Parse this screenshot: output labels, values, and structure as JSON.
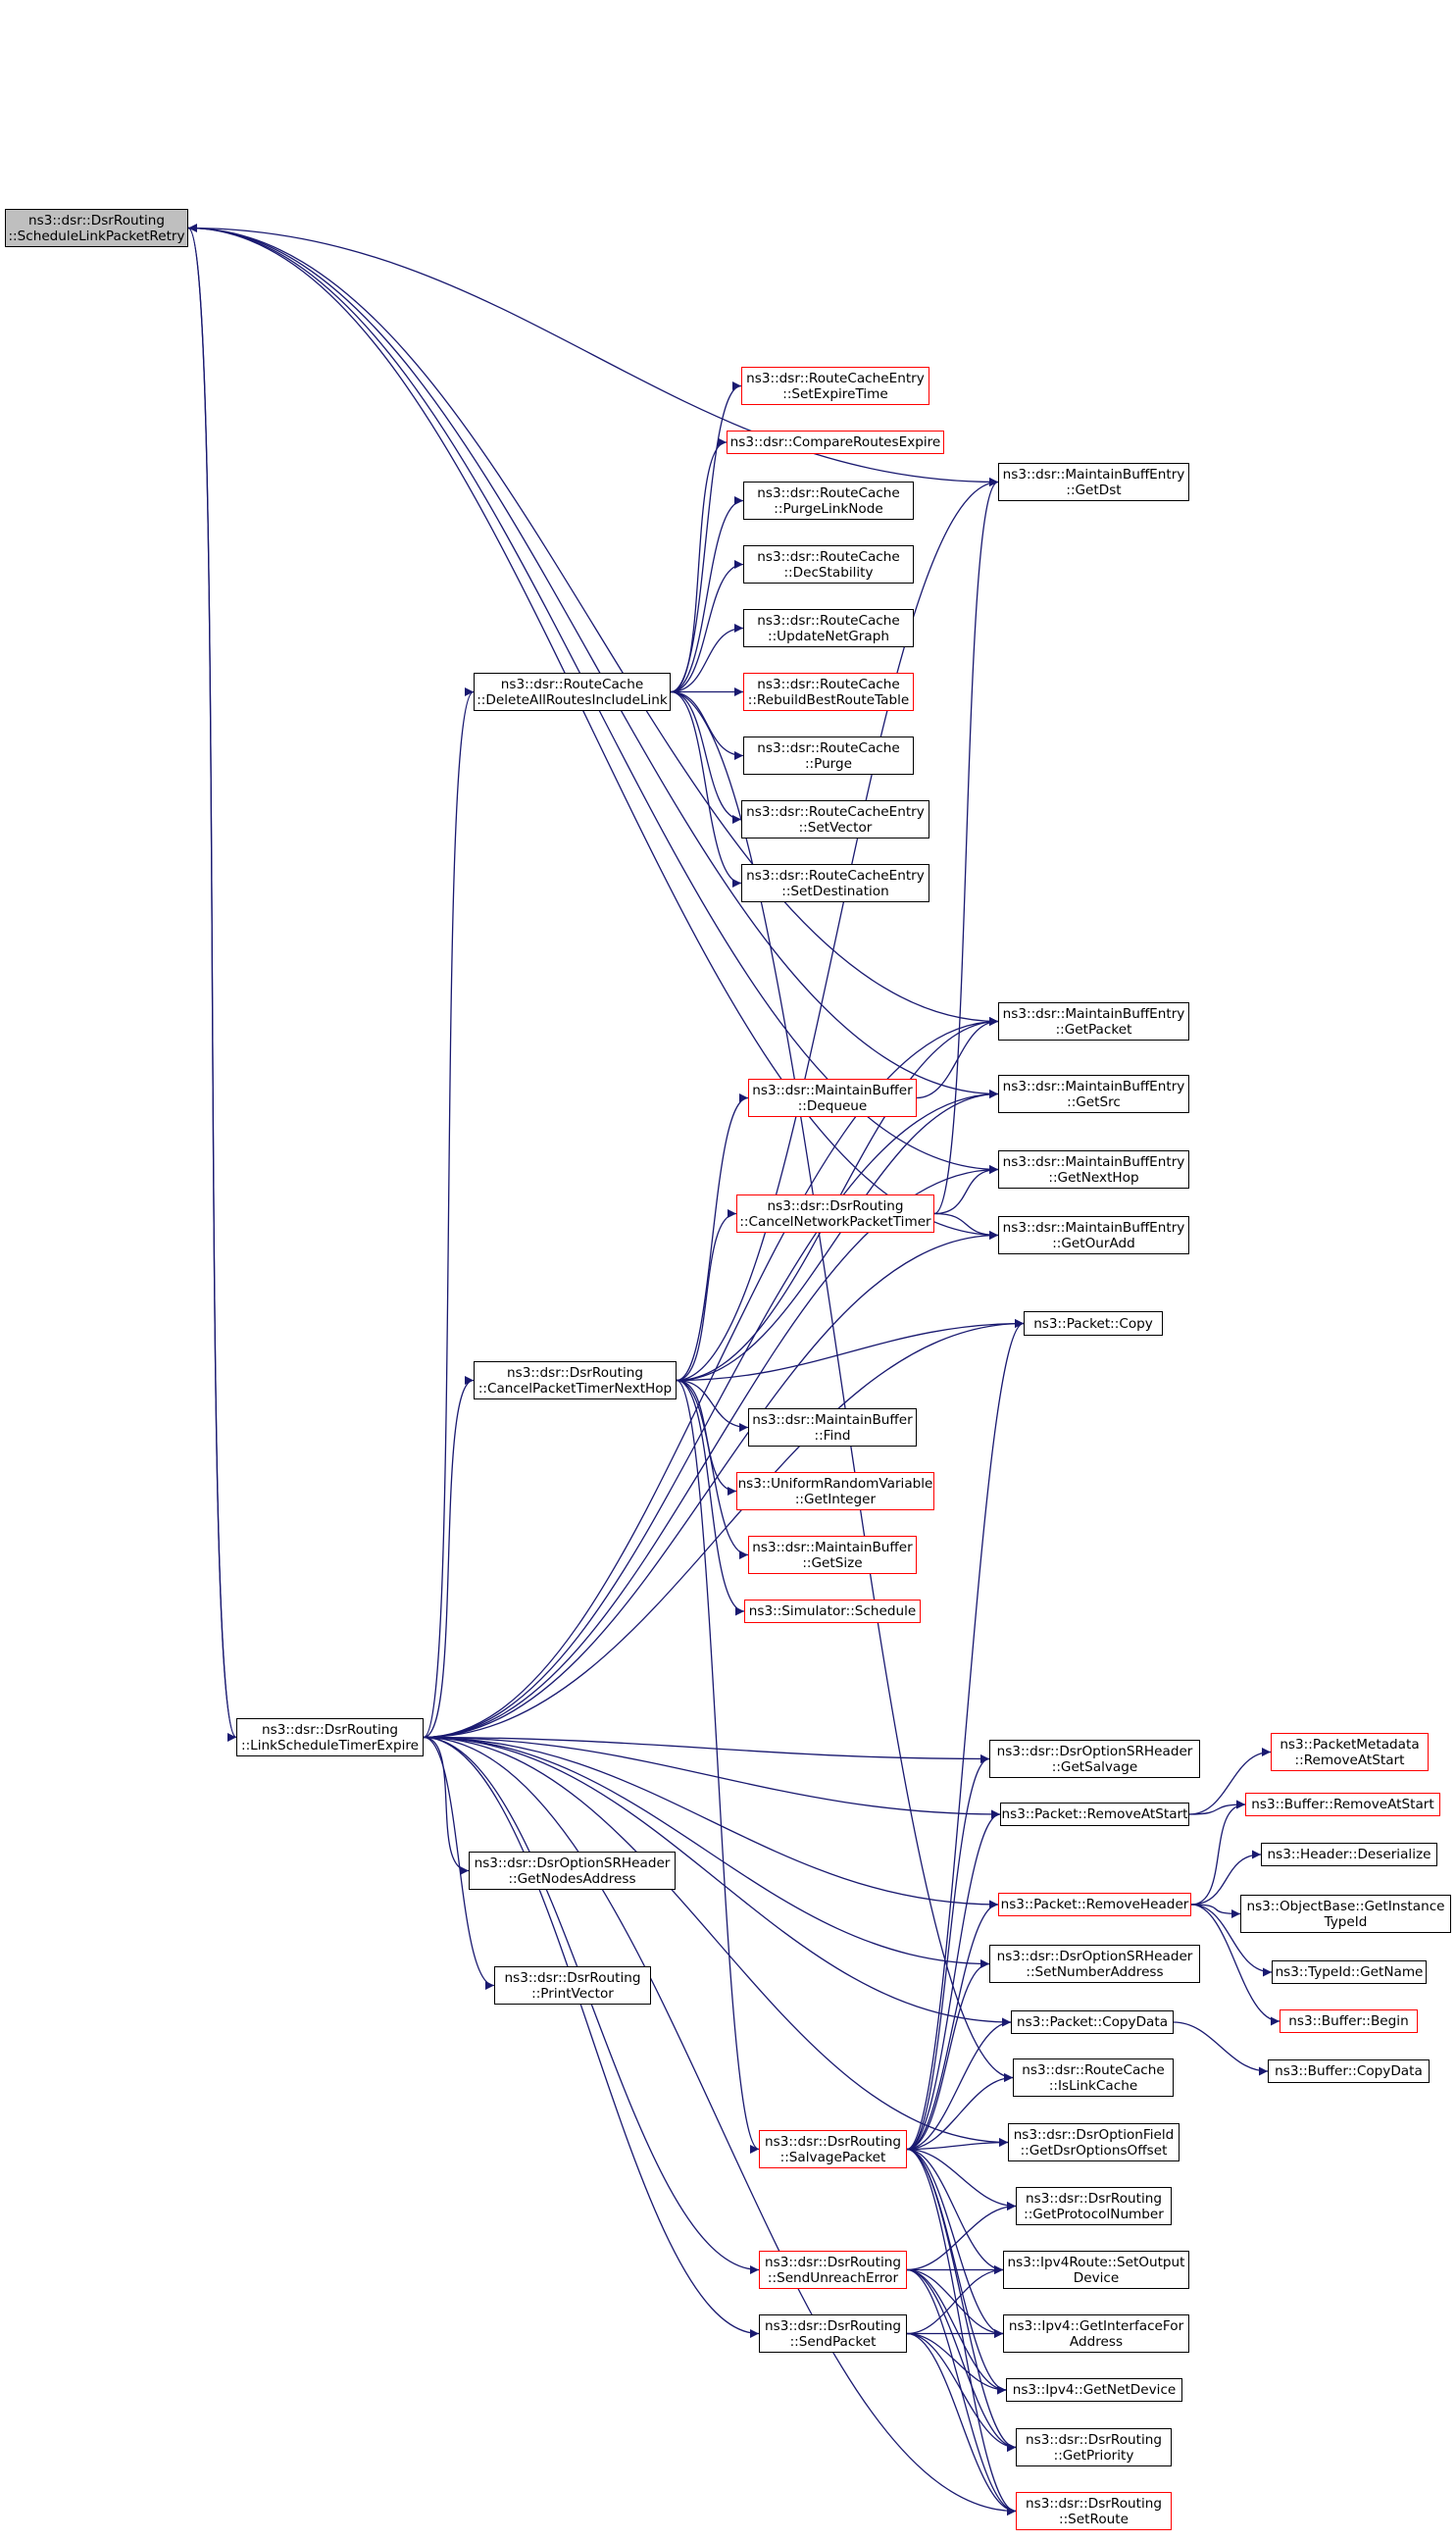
{
  "colors": {
    "edge": "#191970",
    "incomplete_border": "#ff0000",
    "node_border": "#000000",
    "root_fill": "#bfbfbf"
  },
  "nodes": {
    "schedule_link_packet_retry": {
      "lines": [
        "ns3::dsr::DsrRouting",
        "::ScheduleLinkPacketRetry"
      ],
      "incomplete": false,
      "root": true
    },
    "link_schedule_timer_expire": {
      "lines": [
        "ns3::dsr::DsrRouting",
        "::LinkScheduleTimerExpire"
      ],
      "incomplete": false
    },
    "delete_all_routes_include_link": {
      "lines": [
        "ns3::dsr::RouteCache",
        "::DeleteAllRoutesIncludeLink"
      ],
      "incomplete": false
    },
    "cancel_packet_timer_next_hop": {
      "lines": [
        "ns3::dsr::DsrRouting",
        "::CancelPacketTimerNextHop"
      ],
      "incomplete": false
    },
    "rce_set_expire_time": {
      "lines": [
        "ns3::dsr::RouteCacheEntry",
        "::SetExpireTime"
      ],
      "incomplete": true
    },
    "compare_routes_expire": {
      "lines": [
        "ns3::dsr::CompareRoutesExpire"
      ],
      "incomplete": true
    },
    "rc_purge_link_node": {
      "lines": [
        "ns3::dsr::RouteCache",
        "::PurgeLinkNode"
      ],
      "incomplete": false
    },
    "rc_dec_stability": {
      "lines": [
        "ns3::dsr::RouteCache",
        "::DecStability"
      ],
      "incomplete": false
    },
    "rc_update_net_graph": {
      "lines": [
        "ns3::dsr::RouteCache",
        "::UpdateNetGraph"
      ],
      "incomplete": false
    },
    "rc_rebuild_best_route_table": {
      "lines": [
        "ns3::dsr::RouteCache",
        "::RebuildBestRouteTable"
      ],
      "incomplete": true
    },
    "rc_purge": {
      "lines": [
        "ns3::dsr::RouteCache",
        "::Purge"
      ],
      "incomplete": false
    },
    "rce_set_vector": {
      "lines": [
        "ns3::dsr::RouteCacheEntry",
        "::SetVector"
      ],
      "incomplete": false
    },
    "rce_set_destination": {
      "lines": [
        "ns3::dsr::RouteCacheEntry",
        "::SetDestination"
      ],
      "incomplete": false
    },
    "mbe_get_dst": {
      "lines": [
        "ns3::dsr::MaintainBuffEntry",
        "::GetDst"
      ],
      "incomplete": false
    },
    "mbe_get_packet": {
      "lines": [
        "ns3::dsr::MaintainBuffEntry",
        "::GetPacket"
      ],
      "incomplete": false
    },
    "mb_dequeue": {
      "lines": [
        "ns3::dsr::MaintainBuffer",
        "::Dequeue"
      ],
      "incomplete": true
    },
    "mbe_get_src": {
      "lines": [
        "ns3::dsr::MaintainBuffEntry",
        "::GetSrc"
      ],
      "incomplete": false
    },
    "mbe_get_next_hop": {
      "lines": [
        "ns3::dsr::MaintainBuffEntry",
        "::GetNextHop"
      ],
      "incomplete": false
    },
    "cancel_network_packet_timer": {
      "lines": [
        "ns3::dsr::DsrRouting",
        "::CancelNetworkPacketTimer"
      ],
      "incomplete": true
    },
    "mbe_get_our_add": {
      "lines": [
        "ns3::dsr::MaintainBuffEntry",
        "::GetOurAdd"
      ],
      "incomplete": false
    },
    "packet_copy": {
      "lines": [
        "ns3::Packet::Copy"
      ],
      "incomplete": false
    },
    "mb_find": {
      "lines": [
        "ns3::dsr::MaintainBuffer",
        "::Find"
      ],
      "incomplete": false
    },
    "urv_get_integer": {
      "lines": [
        "ns3::UniformRandomVariable",
        "::GetInteger"
      ],
      "incomplete": true
    },
    "mb_get_size": {
      "lines": [
        "ns3::dsr::MaintainBuffer",
        "::GetSize"
      ],
      "incomplete": true
    },
    "simulator_schedule": {
      "lines": [
        "ns3::Simulator::Schedule"
      ],
      "incomplete": true
    },
    "sr_get_salvage": {
      "lines": [
        "ns3::dsr::DsrOptionSRHeader",
        "::GetSalvage"
      ],
      "incomplete": false
    },
    "packet_metadata_remove_at_start": {
      "lines": [
        "ns3::PacketMetadata",
        "::RemoveAtStart"
      ],
      "incomplete": true
    },
    "packet_remove_at_start": {
      "lines": [
        "ns3::Packet::RemoveAtStart"
      ],
      "incomplete": false
    },
    "buffer_remove_at_start": {
      "lines": [
        "ns3::Buffer::RemoveAtStart"
      ],
      "incomplete": true
    },
    "sr_get_nodes_address": {
      "lines": [
        "ns3::dsr::DsrOptionSRHeader",
        "::GetNodesAddress"
      ],
      "incomplete": false
    },
    "header_deserialize": {
      "lines": [
        "ns3::Header::Deserialize"
      ],
      "incomplete": false
    },
    "packet_remove_header": {
      "lines": [
        "ns3::Packet::RemoveHeader"
      ],
      "incomplete": true
    },
    "objectbase_get_instance_typeid": {
      "lines": [
        "ns3::ObjectBase::GetInstance",
        "TypeId"
      ],
      "incomplete": false
    },
    "dsr_print_vector": {
      "lines": [
        "ns3::dsr::DsrRouting",
        "::PrintVector"
      ],
      "incomplete": false
    },
    "sr_set_number_address": {
      "lines": [
        "ns3::dsr::DsrOptionSRHeader",
        "::SetNumberAddress"
      ],
      "incomplete": false
    },
    "typeid_get_name": {
      "lines": [
        "ns3::TypeId::GetName"
      ],
      "incomplete": false
    },
    "buffer_begin": {
      "lines": [
        "ns3::Buffer::Begin"
      ],
      "incomplete": true
    },
    "packet_copy_data": {
      "lines": [
        "ns3::Packet::CopyData"
      ],
      "incomplete": false
    },
    "buffer_copy_data": {
      "lines": [
        "ns3::Buffer::CopyData"
      ],
      "incomplete": false
    },
    "rc_is_link_cache": {
      "lines": [
        "ns3::dsr::RouteCache",
        "::IsLinkCache"
      ],
      "incomplete": false
    },
    "salvage_packet": {
      "lines": [
        "ns3::dsr::DsrRouting",
        "::SalvagePacket"
      ],
      "incomplete": true
    },
    "of_get_dsr_options_offset": {
      "lines": [
        "ns3::dsr::DsrOptionField",
        "::GetDsrOptionsOffset"
      ],
      "incomplete": false
    },
    "dsr_get_protocol_number": {
      "lines": [
        "ns3::dsr::DsrRouting",
        "::GetProtocolNumber"
      ],
      "incomplete": false
    },
    "send_unreach_error": {
      "lines": [
        "ns3::dsr::DsrRouting",
        "::SendUnreachError"
      ],
      "incomplete": true
    },
    "ipv4route_set_output_device": {
      "lines": [
        "ns3::Ipv4Route::SetOutput",
        "Device"
      ],
      "incomplete": false
    },
    "dsr_send_packet": {
      "lines": [
        "ns3::dsr::DsrRouting",
        "::SendPacket"
      ],
      "incomplete": false
    },
    "ipv4_get_interface_for_address": {
      "lines": [
        "ns3::Ipv4::GetInterfaceFor",
        "Address"
      ],
      "incomplete": false
    },
    "ipv4_get_net_device": {
      "lines": [
        "ns3::Ipv4::GetNetDevice"
      ],
      "incomplete": false
    },
    "dsr_get_priority": {
      "lines": [
        "ns3::dsr::DsrRouting",
        "::GetPriority"
      ],
      "incomplete": false
    },
    "dsr_set_route": {
      "lines": [
        "ns3::dsr::DsrRouting",
        "::SetRoute"
      ],
      "incomplete": true
    }
  },
  "edges": [
    [
      "schedule_link_packet_retry",
      "mbe_get_dst"
    ],
    [
      "schedule_link_packet_retry",
      "mbe_get_packet"
    ],
    [
      "schedule_link_packet_retry",
      "mbe_get_src"
    ],
    [
      "schedule_link_packet_retry",
      "mbe_get_next_hop"
    ],
    [
      "schedule_link_packet_retry",
      "mbe_get_our_add"
    ],
    [
      "schedule_link_packet_retry",
      "link_schedule_timer_expire"
    ],
    [
      "link_schedule_timer_expire",
      "schedule_link_packet_retry"
    ],
    [
      "link_schedule_timer_expire",
      "delete_all_routes_include_link"
    ],
    [
      "link_schedule_timer_expire",
      "cancel_packet_timer_next_hop"
    ],
    [
      "link_schedule_timer_expire",
      "mbe_get_packet"
    ],
    [
      "link_schedule_timer_expire",
      "mbe_get_src"
    ],
    [
      "link_schedule_timer_expire",
      "packet_copy"
    ],
    [
      "link_schedule_timer_expire",
      "mbe_get_next_hop"
    ],
    [
      "link_schedule_timer_expire",
      "mbe_get_our_add"
    ],
    [
      "link_schedule_timer_expire",
      "sr_get_salvage"
    ],
    [
      "link_schedule_timer_expire",
      "packet_remove_at_start"
    ],
    [
      "link_schedule_timer_expire",
      "sr_get_nodes_address"
    ],
    [
      "link_schedule_timer_expire",
      "packet_remove_header"
    ],
    [
      "link_schedule_timer_expire",
      "dsr_print_vector"
    ],
    [
      "link_schedule_timer_expire",
      "sr_set_number_address"
    ],
    [
      "link_schedule_timer_expire",
      "packet_copy_data"
    ],
    [
      "link_schedule_timer_expire",
      "of_get_dsr_options_offset"
    ],
    [
      "link_schedule_timer_expire",
      "send_unreach_error"
    ],
    [
      "link_schedule_timer_expire",
      "dsr_send_packet"
    ],
    [
      "link_schedule_timer_expire",
      "dsr_set_route"
    ],
    [
      "delete_all_routes_include_link",
      "rce_set_expire_time"
    ],
    [
      "delete_all_routes_include_link",
      "compare_routes_expire"
    ],
    [
      "delete_all_routes_include_link",
      "rc_purge_link_node"
    ],
    [
      "delete_all_routes_include_link",
      "rc_dec_stability"
    ],
    [
      "delete_all_routes_include_link",
      "rc_update_net_graph"
    ],
    [
      "delete_all_routes_include_link",
      "rc_rebuild_best_route_table"
    ],
    [
      "delete_all_routes_include_link",
      "rc_purge"
    ],
    [
      "delete_all_routes_include_link",
      "rce_set_vector"
    ],
    [
      "delete_all_routes_include_link",
      "rce_set_destination"
    ],
    [
      "delete_all_routes_include_link",
      "rc_is_link_cache"
    ],
    [
      "cancel_packet_timer_next_hop",
      "mbe_get_dst"
    ],
    [
      "cancel_packet_timer_next_hop",
      "mb_dequeue"
    ],
    [
      "cancel_packet_timer_next_hop",
      "cancel_network_packet_timer"
    ],
    [
      "cancel_packet_timer_next_hop",
      "mbe_get_packet"
    ],
    [
      "cancel_packet_timer_next_hop",
      "mbe_get_src"
    ],
    [
      "cancel_packet_timer_next_hop",
      "packet_copy"
    ],
    [
      "cancel_packet_timer_next_hop",
      "mb_find"
    ],
    [
      "cancel_packet_timer_next_hop",
      "urv_get_integer"
    ],
    [
      "cancel_packet_timer_next_hop",
      "mb_get_size"
    ],
    [
      "cancel_packet_timer_next_hop",
      "simulator_schedule"
    ],
    [
      "cancel_packet_timer_next_hop",
      "salvage_packet"
    ],
    [
      "mb_dequeue",
      "mbe_get_packet"
    ],
    [
      "cancel_network_packet_timer",
      "mbe_get_dst"
    ],
    [
      "cancel_network_packet_timer",
      "mbe_get_next_hop"
    ],
    [
      "cancel_network_packet_timer",
      "mbe_get_our_add"
    ],
    [
      "packet_remove_at_start",
      "buffer_remove_at_start"
    ],
    [
      "packet_remove_at_start",
      "packet_metadata_remove_at_start"
    ],
    [
      "packet_remove_header",
      "buffer_remove_at_start"
    ],
    [
      "packet_remove_header",
      "header_deserialize"
    ],
    [
      "packet_remove_header",
      "objectbase_get_instance_typeid"
    ],
    [
      "packet_remove_header",
      "typeid_get_name"
    ],
    [
      "packet_remove_header",
      "buffer_begin"
    ],
    [
      "packet_copy_data",
      "buffer_copy_data"
    ],
    [
      "salvage_packet",
      "packet_copy"
    ],
    [
      "salvage_packet",
      "sr_get_salvage"
    ],
    [
      "salvage_packet",
      "packet_remove_at_start"
    ],
    [
      "salvage_packet",
      "packet_remove_header"
    ],
    [
      "salvage_packet",
      "sr_set_number_address"
    ],
    [
      "salvage_packet",
      "packet_copy_data"
    ],
    [
      "salvage_packet",
      "rc_is_link_cache"
    ],
    [
      "salvage_packet",
      "of_get_dsr_options_offset"
    ],
    [
      "salvage_packet",
      "dsr_get_protocol_number"
    ],
    [
      "salvage_packet",
      "ipv4route_set_output_device"
    ],
    [
      "salvage_packet",
      "ipv4_get_interface_for_address"
    ],
    [
      "salvage_packet",
      "ipv4_get_net_device"
    ],
    [
      "salvage_packet",
      "dsr_get_priority"
    ],
    [
      "salvage_packet",
      "dsr_set_route"
    ],
    [
      "send_unreach_error",
      "dsr_get_protocol_number"
    ],
    [
      "send_unreach_error",
      "ipv4route_set_output_device"
    ],
    [
      "send_unreach_error",
      "ipv4_get_interface_for_address"
    ],
    [
      "send_unreach_error",
      "ipv4_get_net_device"
    ],
    [
      "send_unreach_error",
      "dsr_get_priority"
    ],
    [
      "send_unreach_error",
      "dsr_set_route"
    ],
    [
      "dsr_send_packet",
      "ipv4route_set_output_device"
    ],
    [
      "dsr_send_packet",
      "ipv4_get_interface_for_address"
    ],
    [
      "dsr_send_packet",
      "ipv4_get_net_device"
    ],
    [
      "dsr_send_packet",
      "dsr_get_priority"
    ],
    [
      "dsr_send_packet",
      "dsr_set_route"
    ]
  ]
}
